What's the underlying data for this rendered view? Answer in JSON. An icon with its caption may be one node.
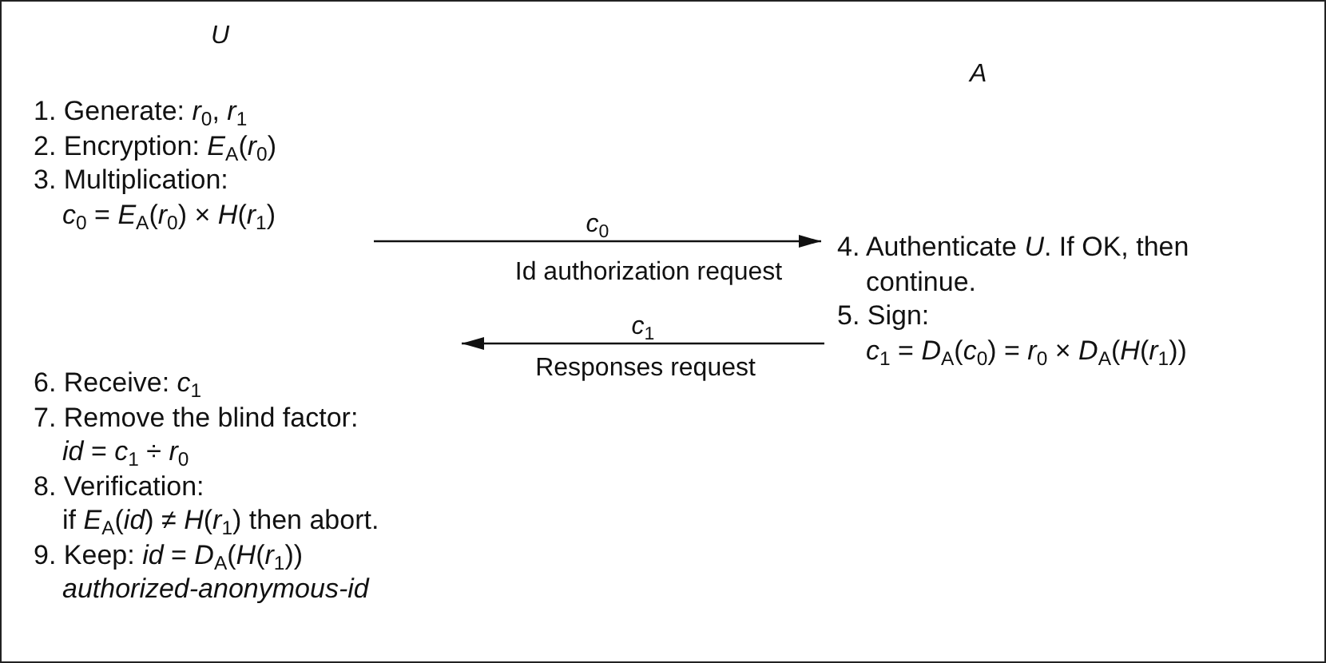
{
  "diagram": {
    "nodes": [
      {
        "text": [
          "1. Generate: *r*$_{0}$, *r*$_{1}$",
          "2. Encryption: *E*$_{A}$(*r*$_{0}$)",
          "3. Multiplication:",
          "*c*$_{0}$ = *E*$_{A}$(*r*$_{0}$) × *H*(*r*$_{1}$)"
        ]
      },
      {
        "text": [
          "4. Authenticate *U*. If OK, then continue.",
          "5. Sign:",
          "*c*$_{1}$ = *D*$_{A}$(*c*$_{0}$) = *r*$_{0}$ × *D*$_{A}$(*H*(*r*$_{1}$))"
        ]
      },
      {
        "text": [
          "6. Receive: *c*$_{1}$",
          "7. Remove the blind factor:",
          "*id* = *c*$_{1}$ ÷ *r*$_{0}$",
          "8. Verification:",
          "if *E*$_{A}$(*id*) ≠ *H*(*r*$_{1}$) then abort.",
          "9. Keep: *id* = *D*$_{A}$(*H*(*r*$_{1}$))",
          "authorized-anonymous-id"
        ]
      }
    ],
    "edges": [
      {
        "from": 0,
        "to": 1,
        "arrow": "to",
        "label": "*c*$_{0}$"
      },
      {
        "from": 1,
        "to": 2,
        "arrow": "to",
        "label": "*c*$_{1}$"
      }
    ],
    "labels": [
      "U",
      "A",
      "Id authorization request",
      "Responses request"
    ]
  }
}
